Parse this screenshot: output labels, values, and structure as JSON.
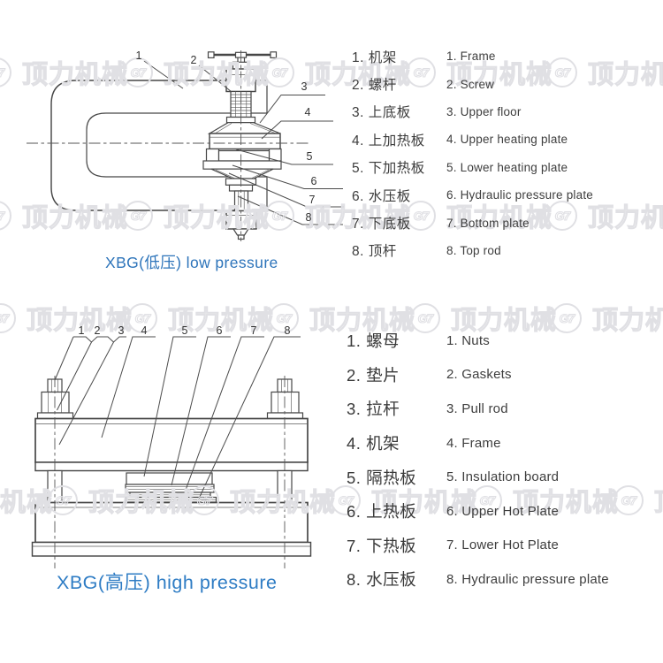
{
  "watermark": {
    "text": "顶力机械",
    "logo_glyph": "G7",
    "color": "#e0e0e4"
  },
  "diagrams": {
    "low": {
      "caption": "XBG(低压) low pressure",
      "caption_color": "#2d74ba",
      "callouts": [
        "1",
        "2",
        "3",
        "4",
        "5",
        "6",
        "7",
        "8"
      ]
    },
    "high": {
      "caption": "XBG(高压) high pressure",
      "caption_color": "#2e7cc4",
      "callouts": [
        "1",
        "2",
        "3",
        "4",
        "5",
        "6",
        "7",
        "8"
      ]
    }
  },
  "lists": {
    "low": {
      "items": [
        {
          "zh": "1. 机架",
          "en": "1. Frame"
        },
        {
          "zh": "2. 螺杆",
          "en": "2. Screw"
        },
        {
          "zh": "3. 上底板",
          "en": "3. Upper floor"
        },
        {
          "zh": "4. 上加热板",
          "en": "4. Upper heating plate"
        },
        {
          "zh": "5. 下加热板",
          "en": "5. Lower heating plate"
        },
        {
          "zh": "6. 水压板",
          "en": "6. Hydraulic pressure plate"
        },
        {
          "zh": "7. 下底板",
          "en": "7. Bottom plate"
        },
        {
          "zh": "8. 顶杆",
          "en": "8. Top rod"
        }
      ]
    },
    "high": {
      "items": [
        {
          "zh": "1. 螺母",
          "en": "1. Nuts"
        },
        {
          "zh": "2. 垫片",
          "en": "2. Gaskets"
        },
        {
          "zh": "3. 拉杆",
          "en": "3. Pull rod"
        },
        {
          "zh": "4. 机架",
          "en": "4. Frame"
        },
        {
          "zh": "5. 隔热板",
          "en": "5. Insulation board"
        },
        {
          "zh": "6. 上热板",
          "en": "6. Upper Hot Plate"
        },
        {
          "zh": "7. 下热板",
          "en": "7. Lower Hot Plate"
        },
        {
          "zh": "8. 水压板",
          "en": "8. Hydraulic pressure plate"
        }
      ]
    }
  }
}
